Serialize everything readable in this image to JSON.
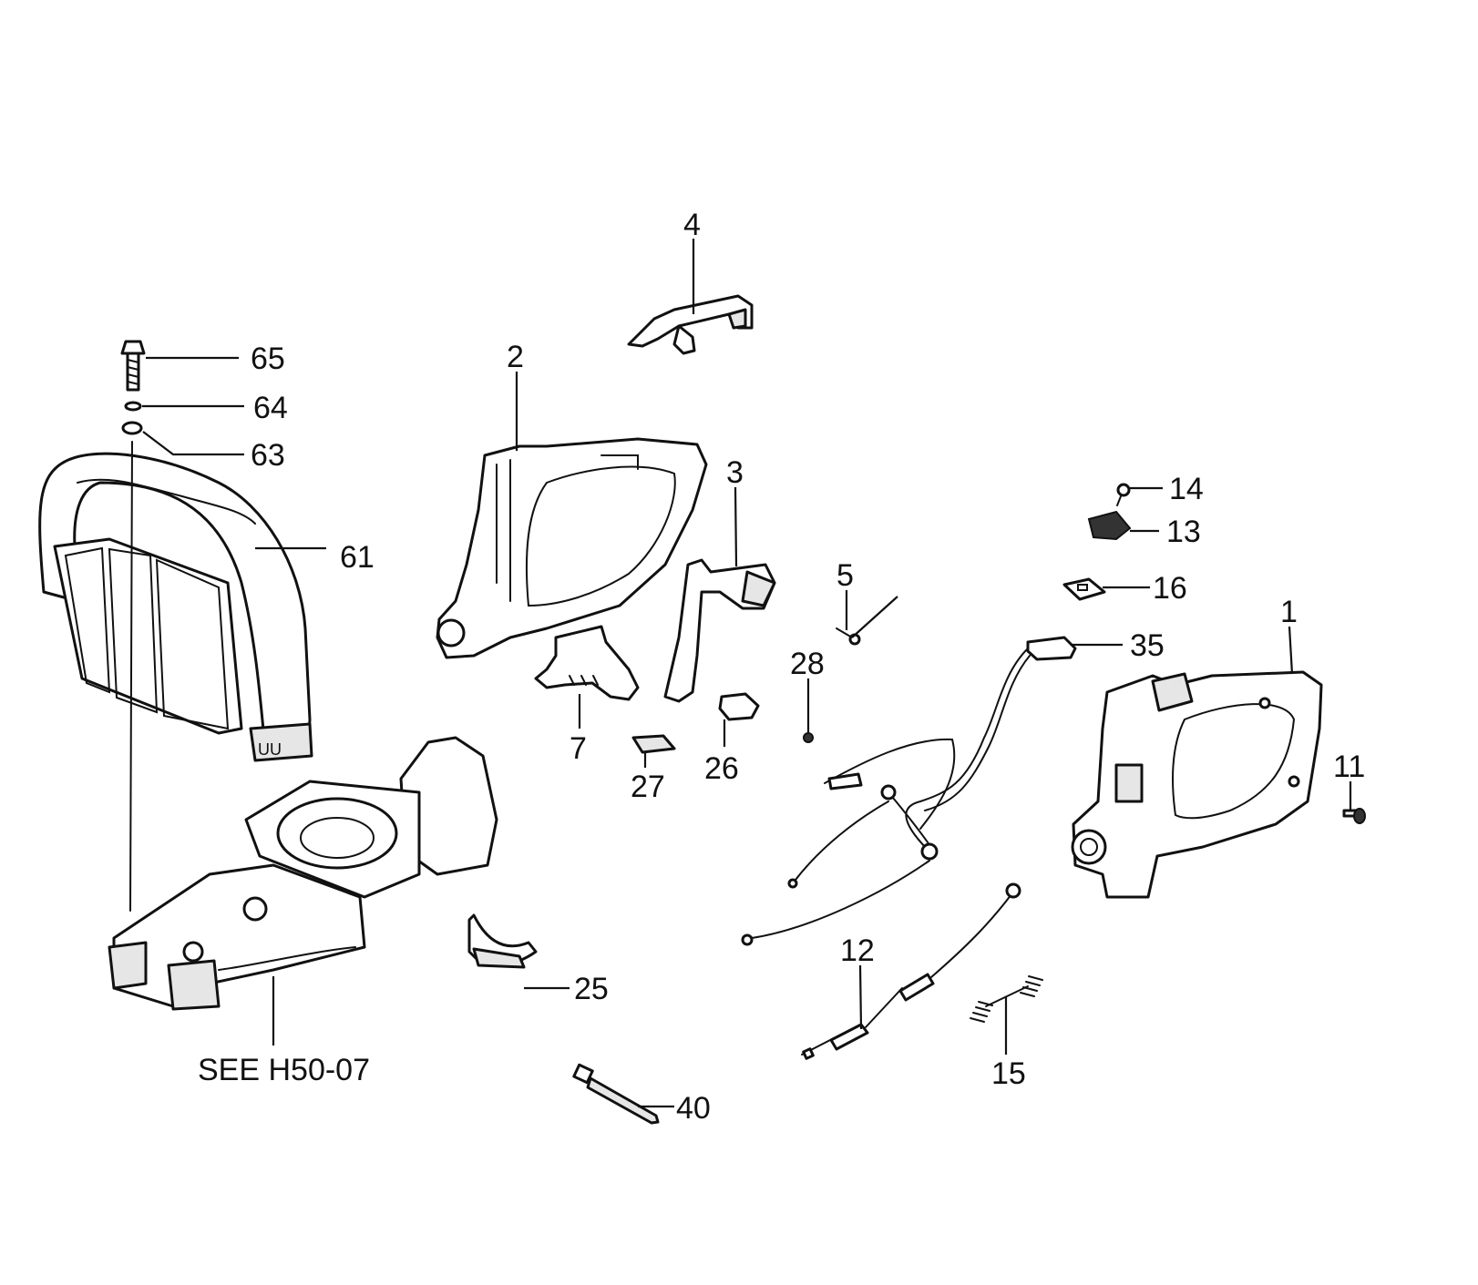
{
  "callouts": {
    "c1": "1",
    "c2": "2",
    "c3": "3",
    "c4": "4",
    "c5": "5",
    "c7": "7",
    "c11": "11",
    "c12": "12",
    "c13": "13",
    "c14": "14",
    "c15": "15",
    "c16": "16",
    "c25": "25",
    "c26": "26",
    "c27": "27",
    "c28": "28",
    "c35": "35",
    "c40": "40",
    "c61": "61",
    "c63": "63",
    "c64": "64",
    "c65": "65"
  },
  "reference_note": "SEE H50-07"
}
